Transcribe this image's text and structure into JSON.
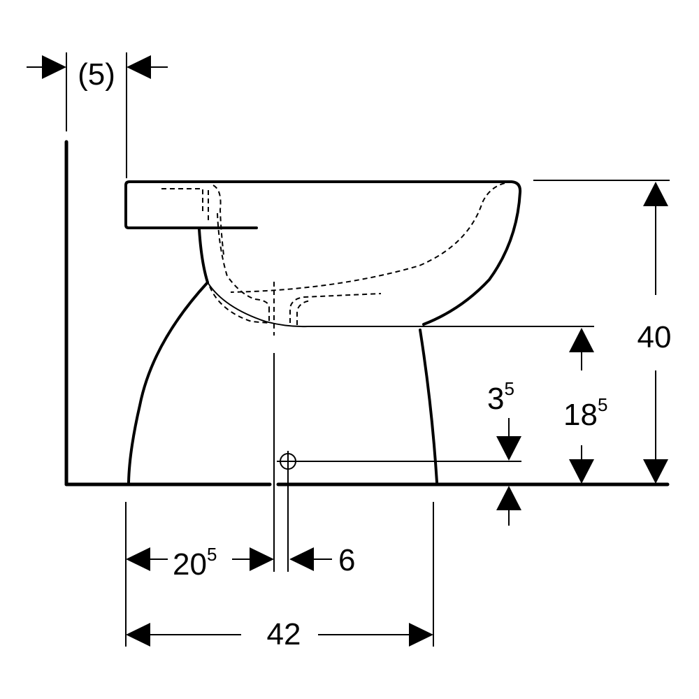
{
  "dimensions": {
    "wall_gap": {
      "value": "(5)"
    },
    "total_height": {
      "value": "40"
    },
    "outlet_height": {
      "main": "18",
      "sup": "5"
    },
    "bolt_height": {
      "main": "3",
      "sup": "5"
    },
    "to_outlet": {
      "main": "20",
      "sup": "5"
    },
    "outlet_offset": {
      "value": "6"
    },
    "total_depth": {
      "value": "42"
    }
  }
}
